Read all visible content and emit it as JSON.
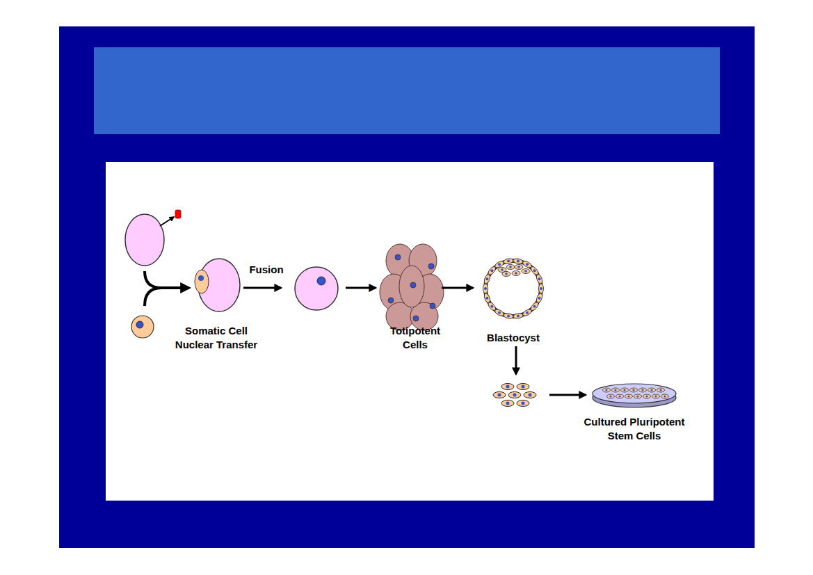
{
  "diagram": {
    "labels": [
      "Fusion",
      "Somatic Cell Nuclear Transfer",
      "Totipotent Cells",
      "Blastocyst",
      "Cultured Pluripotent Stem Cells"
    ]
  }
}
